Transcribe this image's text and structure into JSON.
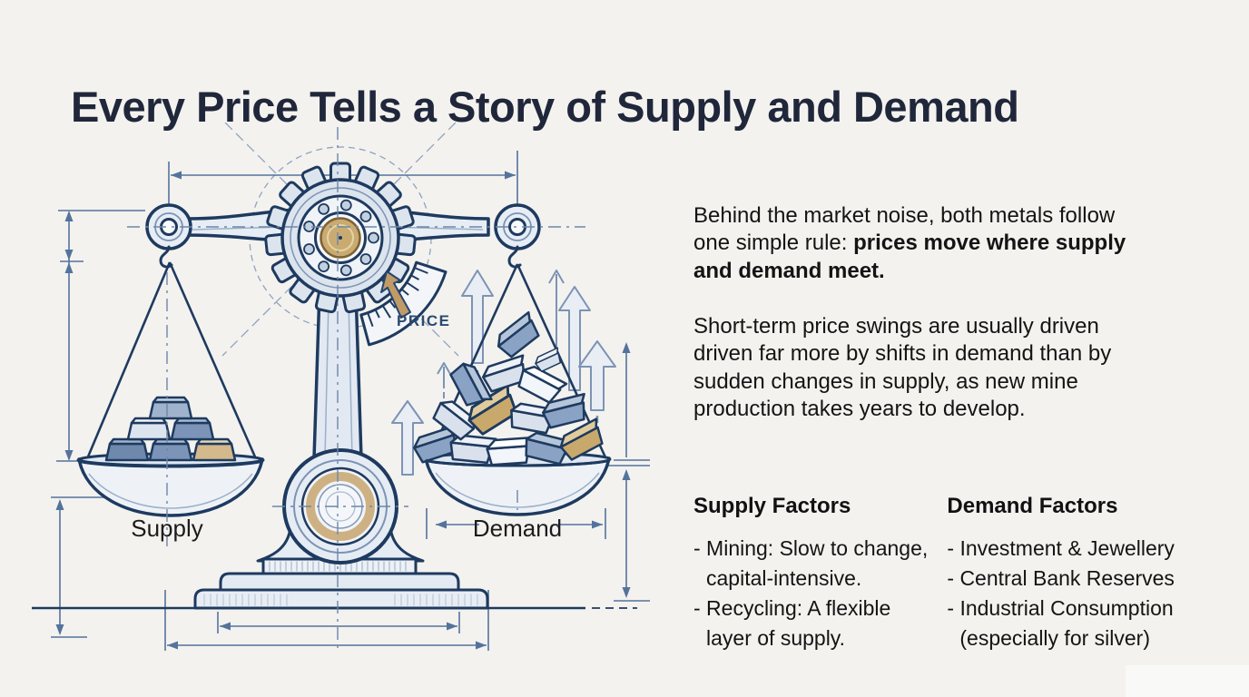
{
  "page": {
    "background": "#f3f2ef"
  },
  "title": "Every Price Tells a Story of Supply and Demand",
  "intro": {
    "line1_regular": "Behind the market noise, both metals follow\none simple rule: ",
    "line1_bold": "prices move where supply\nand demand meet.",
    "para2": "Short-term price swings are usually driven\ndriven far more by shifts in demand than by\nsudden changes in supply, as new mine\nproduction takes years to develop."
  },
  "diagram": {
    "supply_label": "Supply",
    "demand_label": "Demand",
    "price_label": "PRICE",
    "colors": {
      "line_art": "#1e3a5f",
      "dimension_lines": "#54739c",
      "brass": "#c9ab72",
      "light_fill": "#e7edf4"
    }
  },
  "factors": {
    "supply": {
      "heading": "Supply Factors",
      "items": [
        "- Mining: Slow to change,\ncapital-intensive.",
        "- Recycling: A flexible\nlayer of supply."
      ]
    },
    "demand": {
      "heading": "Demand Factors",
      "items": [
        "- Investment & Jewellery",
        "- Central Bank Reserves",
        "- Industrial Consumption\n(especially for silver)"
      ]
    }
  }
}
